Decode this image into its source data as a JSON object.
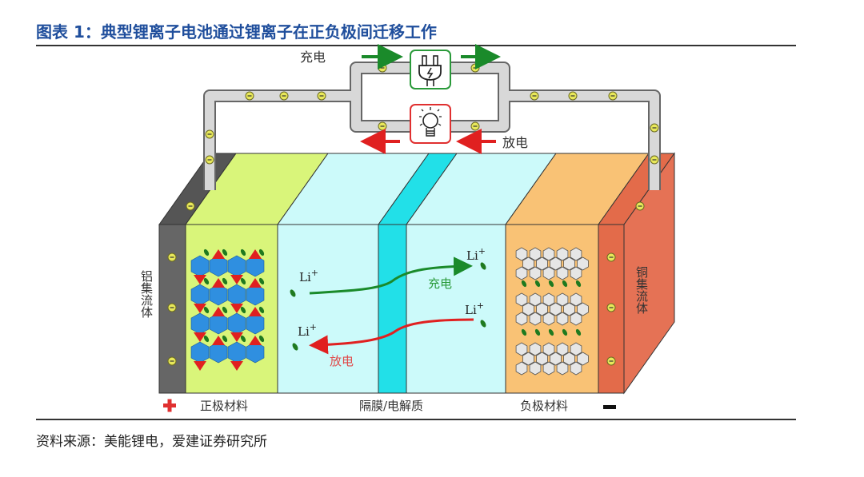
{
  "title": "图表 1：典型锂离子电池通过锂离子在正负极间迁移工作",
  "source": "资料来源：美能锂电，爱建证券研究所",
  "diagram": {
    "charge_label": "充电",
    "discharge_label": "放电",
    "inner_charge_label": "充电",
    "inner_discharge_label": "放电",
    "li_ion": "Li",
    "plus_sup": "+",
    "left_collector": "铝集流体",
    "right_collector": "铜集流体",
    "cathode_label": "正极材料",
    "separator_label": "隔膜/电解质",
    "anode_label": "负极材料",
    "electron_symbol": "−",
    "icons": [
      "plug-icon",
      "light-bulb-icon",
      "plus-terminal-icon",
      "minus-terminal-icon"
    ],
    "colors": {
      "aluminum": "#5f5f5f",
      "cathode": "#d9f57a",
      "electrolyte": "#ccfafa",
      "separator": "#22e0e8",
      "anode": "#f9c275",
      "copper": "#e36b4a",
      "charge": "#1a8a2a",
      "discharge": "#e02020"
    }
  }
}
